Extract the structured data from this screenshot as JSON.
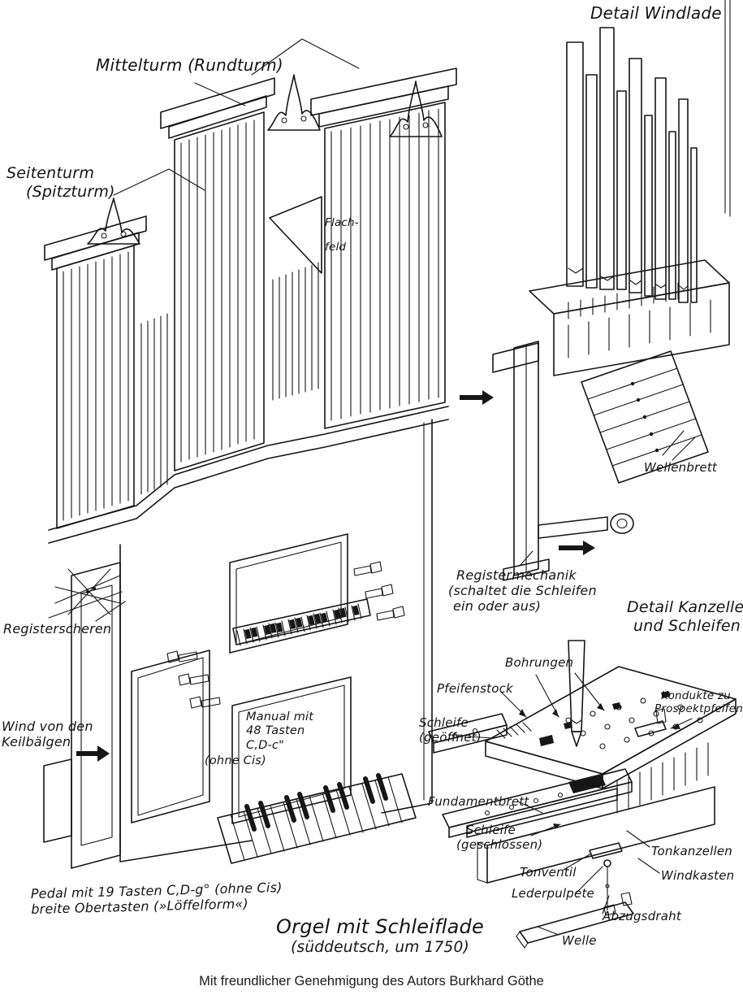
{
  "meta": {
    "background_color": "#ffffff",
    "ink_color": "#161616",
    "figure_type": "hand-drawn organ construction diagram"
  },
  "titles": {
    "main": "Orgel mit Schleiflade",
    "sub": "(süddeutsch, um 1750)",
    "detail_windlade": "Detail Windlade",
    "detail_kanzelle": [
      "Detail Kanzelle",
      "und Schleifen"
    ]
  },
  "credit": "Mit freundlicher Genehmigung des Autors Burkhard Göthe",
  "labels": {
    "mittelturm": "Mittelturm (Rundturm)",
    "seitenturm": [
      "Seitenturm",
      "(Spitzturm)"
    ],
    "flachfeld": [
      "Flach-",
      "feld"
    ],
    "registerscheren": "Registerscheren",
    "wind_von_den_keilbaelgen": [
      "Wind von den",
      "Keilbälgen"
    ],
    "manual": [
      "Manual mit",
      "48 Tasten",
      "C,D-c\"",
      "(ohne Cis)"
    ],
    "pedal": [
      "Pedal mit 19 Tasten C,D-g° (ohne Cis)",
      "breite Obertasten (»Löffelform«)"
    ],
    "wellenbrett": "Wellenbrett",
    "registermechanik": [
      "Registermechanik",
      "(schaltet die Schleifen",
      "ein oder aus)"
    ],
    "bohrungen": "Bohrungen",
    "pfeifenstock": "Pfeifenstock",
    "schleife_geoeffnet": [
      "Schleife",
      "(geöffnet)"
    ],
    "kondukte": [
      "Kondukte zu",
      "Prospektpfeifen"
    ],
    "fundamentbrett": "Fundamentbrett",
    "schleife_geschlossen": [
      "Schleife",
      "(geschlossen)"
    ],
    "tonkanzellen": "Tonkanzellen",
    "windkasten": "Windkasten",
    "tonventil": "Tonventil",
    "lederpulpete": "Lederpulpete",
    "abzugsdraht": "Abzugsdraht",
    "welle": "Welle"
  }
}
